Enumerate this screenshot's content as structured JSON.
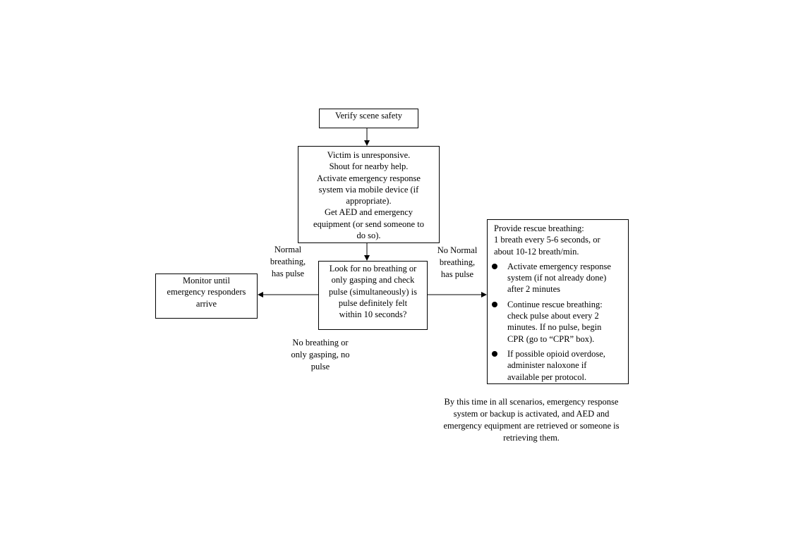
{
  "nodes": {
    "verify": {
      "lines": [
        "Verify scene safety"
      ]
    },
    "unresponsive": {
      "lines": [
        "Victim is unresponsive.",
        "Shout for nearby help.",
        "Activate emergency response",
        "system via mobile device (if",
        "appropriate).",
        "Get AED and emergency",
        "equipment (or send someone to",
        "do so)."
      ]
    },
    "check": {
      "lines": [
        "Look for no breathing or",
        "only gasping and check",
        "pulse (simultaneously) is",
        "pulse definitely felt",
        "within 10 seconds?"
      ]
    },
    "monitor": {
      "lines": [
        "Monitor until",
        "emergency responders",
        "arrive"
      ]
    },
    "rescue": {
      "intro": [
        "Provide rescue breathing:",
        "1 breath every 5-6 seconds, or",
        "about 10-12 breath/min."
      ],
      "bullets": [
        {
          "lines": [
            "Activate emergency response",
            "system (if not already done)",
            "after 2 minutes"
          ]
        },
        {
          "lines": [
            "Continue rescue breathing:",
            "check pulse about every 2",
            "minutes. If no pulse, begin",
            "CPR (go to “CPR” box)."
          ]
        },
        {
          "lines": [
            "If possible opioid overdose,",
            "administer naloxone if",
            "available per protocol."
          ]
        }
      ]
    }
  },
  "edge_labels": {
    "normal": [
      "Normal",
      "breathing,",
      "has pulse"
    ],
    "no_normal": [
      "No Normal",
      "breathing,",
      "has pulse"
    ],
    "no_breathing": [
      "No breathing or",
      "only gasping, no",
      "pulse"
    ]
  },
  "note": {
    "lines": [
      "By this time in all scenarios, emergency response",
      "system or backup is activated, and AED and",
      "emergency equipment are retrieved or someone is",
      "retrieving them."
    ]
  }
}
